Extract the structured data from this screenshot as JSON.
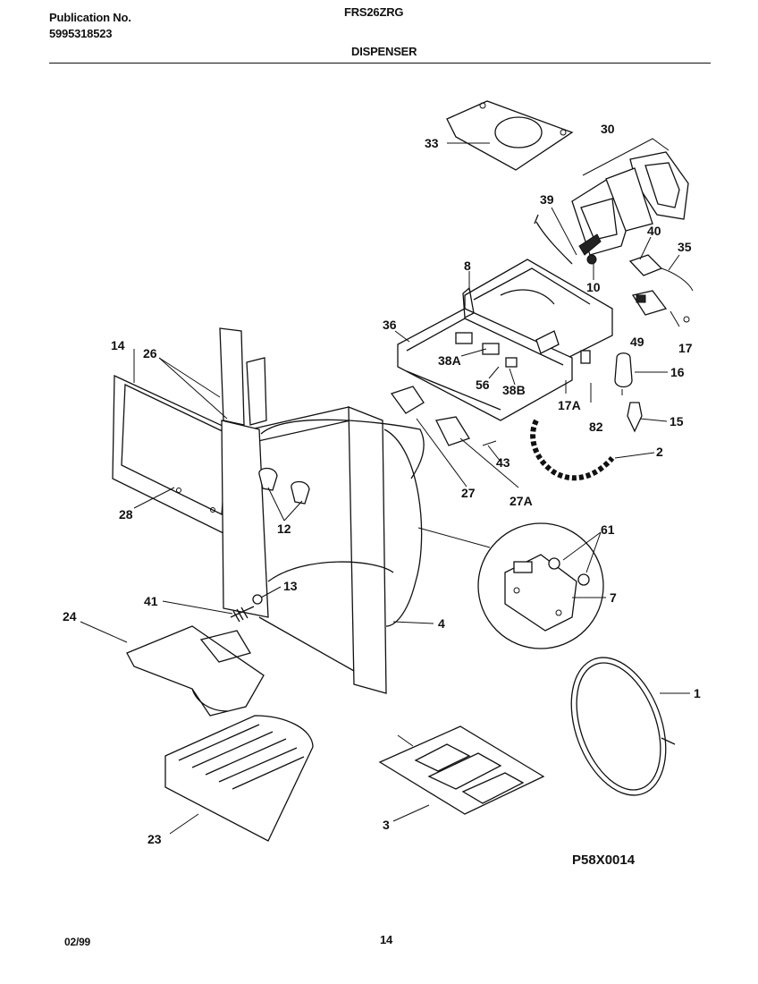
{
  "header": {
    "publication_label": "Publication No.",
    "publication_number": "5995318523",
    "model": "FRS26ZRG",
    "section_title": "DISPENSER"
  },
  "diagram": {
    "callouts": [
      "33",
      "30",
      "39",
      "40",
      "35",
      "8",
      "10",
      "36",
      "49",
      "17",
      "38A",
      "56",
      "38B",
      "16",
      "17A",
      "82",
      "15",
      "2",
      "43",
      "27",
      "27A",
      "14",
      "26",
      "28",
      "12",
      "61",
      "7",
      "13",
      "41",
      "4",
      "24",
      "1",
      "23",
      "3"
    ]
  },
  "footer": {
    "figure_code": "P58X0014",
    "date": "02/99",
    "page_number": "14"
  }
}
